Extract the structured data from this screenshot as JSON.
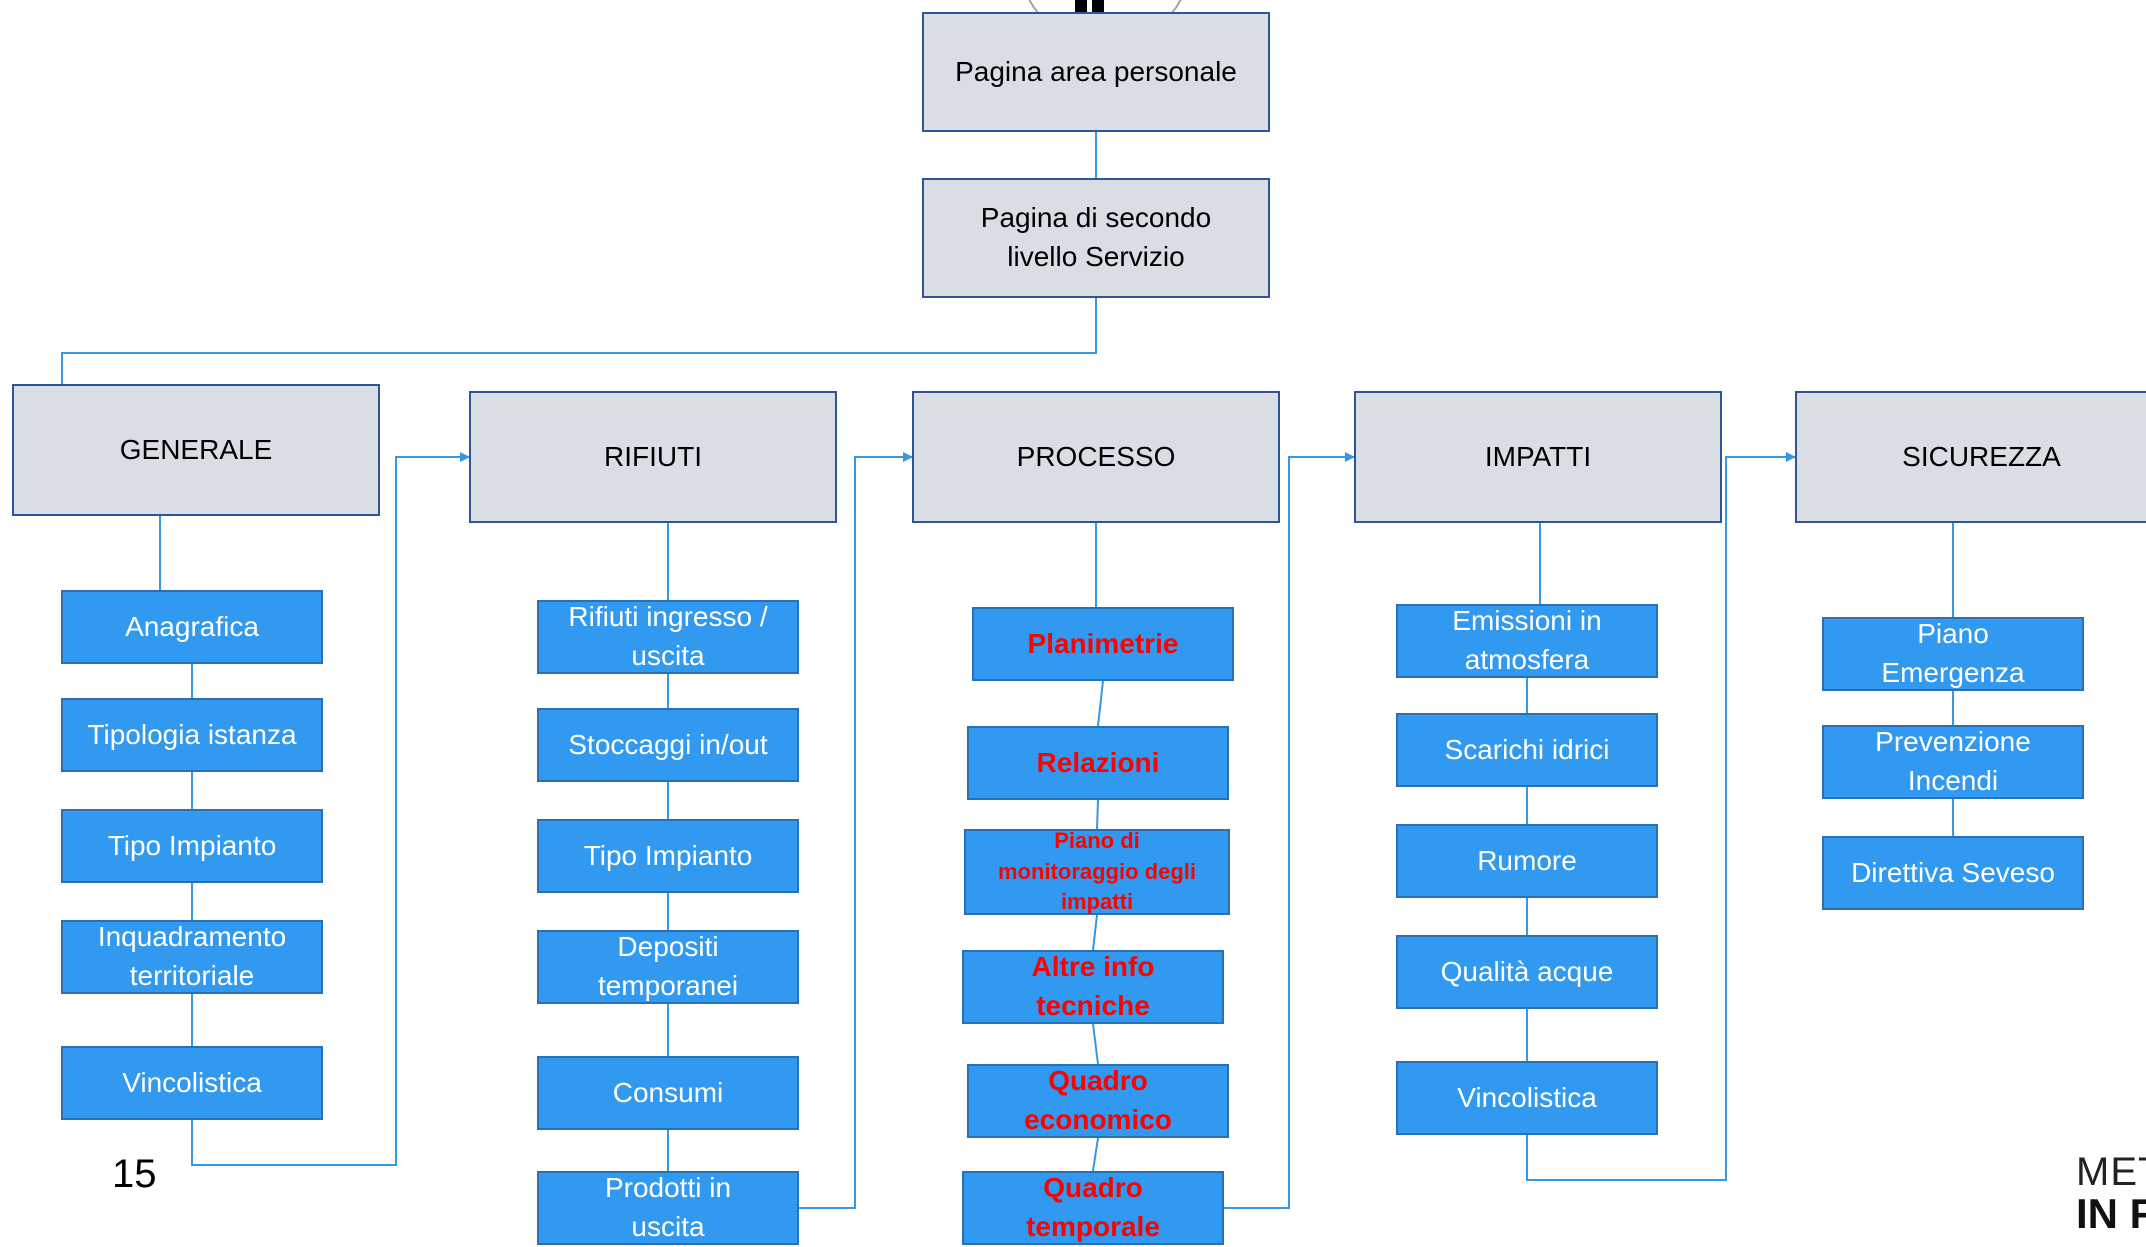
{
  "colors": {
    "line": "#3399e6",
    "gray_box": "#d9dde4",
    "gray_border": "#2f5597",
    "blue_box": "#3199f0",
    "red_text": "#ff0000"
  },
  "top": {
    "personal_area": "Pagina area personale",
    "second_level": "Pagina di secondo livello Servizio"
  },
  "categories": [
    {
      "label": "GENERALE",
      "items": [
        {
          "label": "Anagrafica",
          "highlight": false
        },
        {
          "label": "Tipologia istanza",
          "highlight": false
        },
        {
          "label": "Tipo Impianto",
          "highlight": false
        },
        {
          "label": "Inquadramento territoriale",
          "highlight": false
        },
        {
          "label": "Vincolistica",
          "highlight": false
        }
      ]
    },
    {
      "label": "RIFIUTI",
      "items": [
        {
          "label": "Rifiuti ingresso / uscita",
          "highlight": false
        },
        {
          "label": "Stoccaggi in/out",
          "highlight": false
        },
        {
          "label": "Tipo Impianto",
          "highlight": false
        },
        {
          "label": "Depositi temporanei",
          "highlight": false
        },
        {
          "label": "Consumi",
          "highlight": false
        },
        {
          "label": "Prodotti in uscita",
          "highlight": false
        }
      ]
    },
    {
      "label": "PROCESSO",
      "items": [
        {
          "label": "Planimetrie",
          "highlight": true
        },
        {
          "label": "Relazioni",
          "highlight": true
        },
        {
          "label": "Piano di monitoraggio degli impatti",
          "highlight": true
        },
        {
          "label": "Altre info tecniche",
          "highlight": true
        },
        {
          "label": "Quadro economico",
          "highlight": true
        },
        {
          "label": "Quadro temporale",
          "highlight": true
        }
      ]
    },
    {
      "label": "IMPATTI",
      "items": [
        {
          "label": "Emissioni in atmosfera",
          "highlight": false
        },
        {
          "label": "Scarichi idrici",
          "highlight": false
        },
        {
          "label": "Rumore",
          "highlight": false
        },
        {
          "label": "Qualità acque",
          "highlight": false
        },
        {
          "label": "Vincolistica",
          "highlight": false
        }
      ]
    },
    {
      "label": "SICUREZZA",
      "items": [
        {
          "label": "Piano Emergenza",
          "highlight": false
        },
        {
          "label": "Prevenzione Incendi",
          "highlight": false
        },
        {
          "label": "Direttiva Seveso",
          "highlight": false
        }
      ]
    }
  ],
  "footer": {
    "page_number": "15",
    "logo_line1": "MET",
    "logo_line2": "IN F"
  }
}
